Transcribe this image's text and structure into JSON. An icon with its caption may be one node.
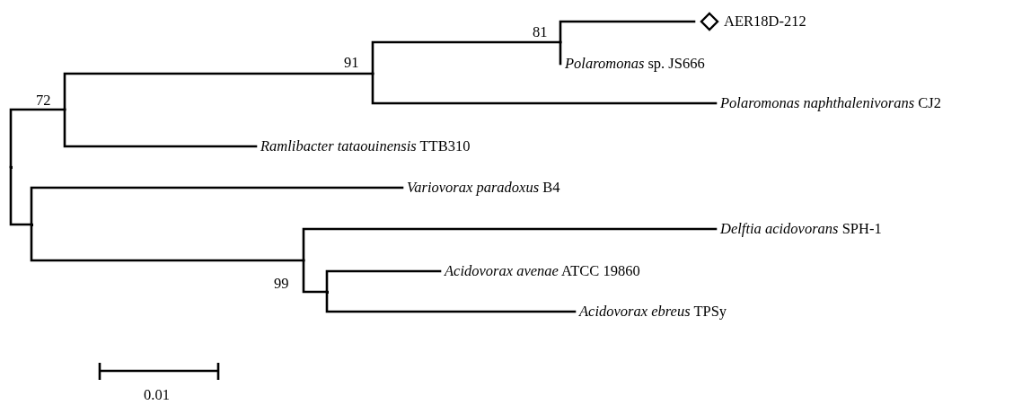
{
  "diagram": {
    "nodes": [
      {
        "text": [],
        "shape": "point"
      },
      {
        "text": [
          "72"
        ]
      },
      {
        "text": [
          "91"
        ]
      },
      {
        "text": [
          "81"
        ]
      },
      {
        "text": [
          "AER18D-212"
        ]
      },
      {
        "text": [
          "*Polaromonas* sp. JS666"
        ]
      },
      {
        "text": [
          "*Polaromonas naphthalenivorans* CJ2"
        ]
      },
      {
        "text": [
          "*Ramlibacter tataouinensis* TTB310"
        ]
      },
      {
        "text": [],
        "shape": "point"
      },
      {
        "text": [
          "*Variovorax paradoxus* B4"
        ]
      },
      {
        "text": [
          "99"
        ]
      },
      {
        "text": [
          "*Delftia acidovorans* SPH-1"
        ]
      },
      {
        "text": [],
        "shape": "point"
      },
      {
        "text": [
          "*Acidovorax avenae* ATCC 19860"
        ]
      },
      {
        "text": [
          "*Acidovorax ebreus* TPSy"
        ]
      }
    ],
    "edges": [
      {
        "from": 0,
        "to": 1,
        "arrow": "none"
      },
      {
        "from": 1,
        "to": 2,
        "arrow": "none"
      },
      {
        "from": 2,
        "to": 3,
        "arrow": "none"
      },
      {
        "from": 3,
        "to": 4,
        "arrow": "none"
      },
      {
        "from": 3,
        "to": 5,
        "arrow": "none"
      },
      {
        "from": 2,
        "to": 6,
        "arrow": "none"
      },
      {
        "from": 1,
        "to": 7,
        "arrow": "none"
      },
      {
        "from": 0,
        "to": 8,
        "arrow": "none"
      },
      {
        "from": 8,
        "to": 9,
        "arrow": "none"
      },
      {
        "from": 8,
        "to": 10,
        "arrow": "none"
      },
      {
        "from": 10,
        "to": 11,
        "arrow": "none"
      },
      {
        "from": 10,
        "to": 12,
        "arrow": "none"
      },
      {
        "from": 12,
        "to": 13,
        "arrow": "none"
      },
      {
        "from": 12,
        "to": 14,
        "arrow": "none"
      }
    ],
    "labels": [
      "0.01"
    ]
  }
}
